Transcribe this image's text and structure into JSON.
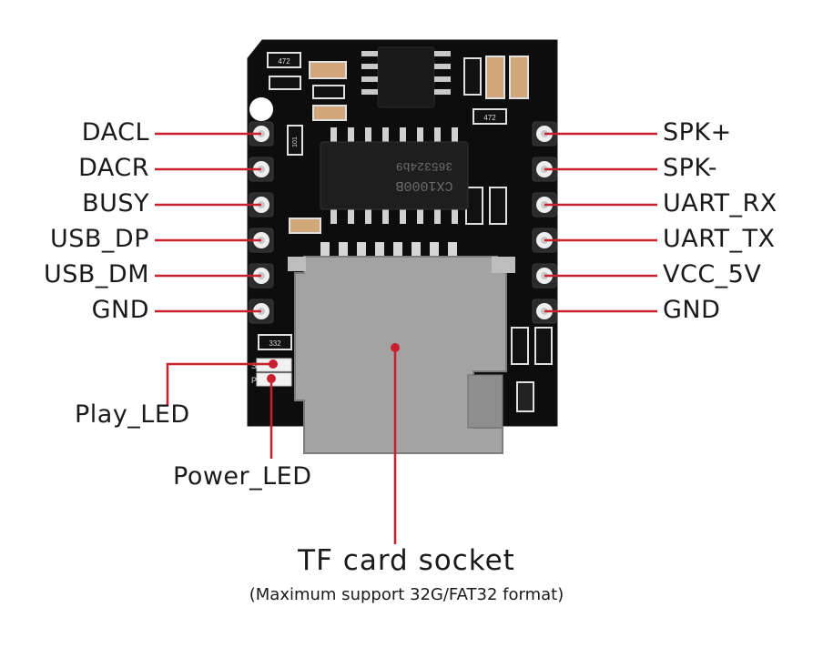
{
  "colors": {
    "pcb": "#0d0d0d",
    "pcb_edge": "#1c1c1c",
    "pad_ring": "#c8c8c8",
    "pad_outer": "#eeeeee",
    "socket": "#a3a3a3",
    "socket_dark": "#7d7d7d",
    "leader": "#c8202f",
    "chip": "#1e1e1e",
    "chip_text": "#6c6c6c",
    "component_white": "#f1f1f1",
    "cap_tan": "#cfa77a"
  },
  "left_pins": [
    {
      "label": "DACL"
    },
    {
      "label": "DACR"
    },
    {
      "label": "BUSY"
    },
    {
      "label": "USB_DP"
    },
    {
      "label": "USB_DM"
    },
    {
      "label": "GND"
    }
  ],
  "right_pins": [
    {
      "label": "SPK+"
    },
    {
      "label": "SPK-"
    },
    {
      "label": "UART_RX"
    },
    {
      "label": "UART_TX"
    },
    {
      "label": "VCC_5V"
    },
    {
      "label": "GND"
    }
  ],
  "leds": {
    "play_label": "Play_LED",
    "power_label": "Power_LED"
  },
  "socket": {
    "title": "TF card socket",
    "note": "(Maximum support 32G/FAT32 format)"
  },
  "chip_markings": {
    "main": "CX1000B",
    "code": "365324b9"
  },
  "silkscreen": {
    "pin_s": "S",
    "pin_p": "P",
    "res_a": "472",
    "res_b": "101",
    "res_c": "332",
    "res_d": "472"
  }
}
